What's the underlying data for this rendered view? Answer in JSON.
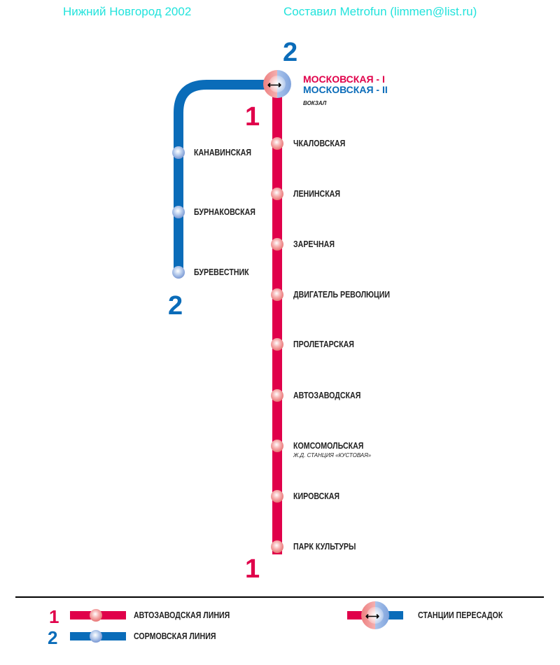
{
  "header": {
    "left": "Нижний Новгород 2002",
    "right": "Составил Metrofun (limmen@list.ru)"
  },
  "colors": {
    "line1": "#e0004a",
    "line2": "#0a6cb9",
    "header": "#22e3dc"
  },
  "transfer": {
    "name1": "МОСКОВСКАЯ - I",
    "name2": "МОСКОВСКАЯ - II",
    "sub": "ВОКЗАЛ",
    "arrow": "⟷"
  },
  "line_numbers": {
    "one": "1",
    "two": "2"
  },
  "line1_stations": [
    {
      "name": "ЧКАЛОВСКАЯ"
    },
    {
      "name": "ЛЕНИНСКАЯ"
    },
    {
      "name": "ЗАРЕЧНАЯ"
    },
    {
      "name": "ДВИГАТЕЛЬ РЕВОЛЮЦИИ"
    },
    {
      "name": "ПРОЛЕТАРСКАЯ"
    },
    {
      "name": "АВТОЗАВОДСКАЯ"
    },
    {
      "name": "КОМСОМОЛЬСКАЯ",
      "sub": "Ж.Д. СТАНЦИЯ «КУСТОВАЯ»"
    },
    {
      "name": "КИРОВСКАЯ"
    },
    {
      "name": "ПАРК КУЛЬТУРЫ"
    }
  ],
  "line2_stations": [
    {
      "name": "КАНАВИНСКАЯ"
    },
    {
      "name": "БУРНАКОВСКАЯ"
    },
    {
      "name": "БУРЕВЕСТНИК"
    }
  ],
  "legend": {
    "line1": "АВТОЗАВОДСКАЯ ЛИНИЯ",
    "line2": "СОРМОВСКАЯ ЛИНИЯ",
    "transfer": "СТАНЦИИ ПЕРЕСАДОК"
  }
}
